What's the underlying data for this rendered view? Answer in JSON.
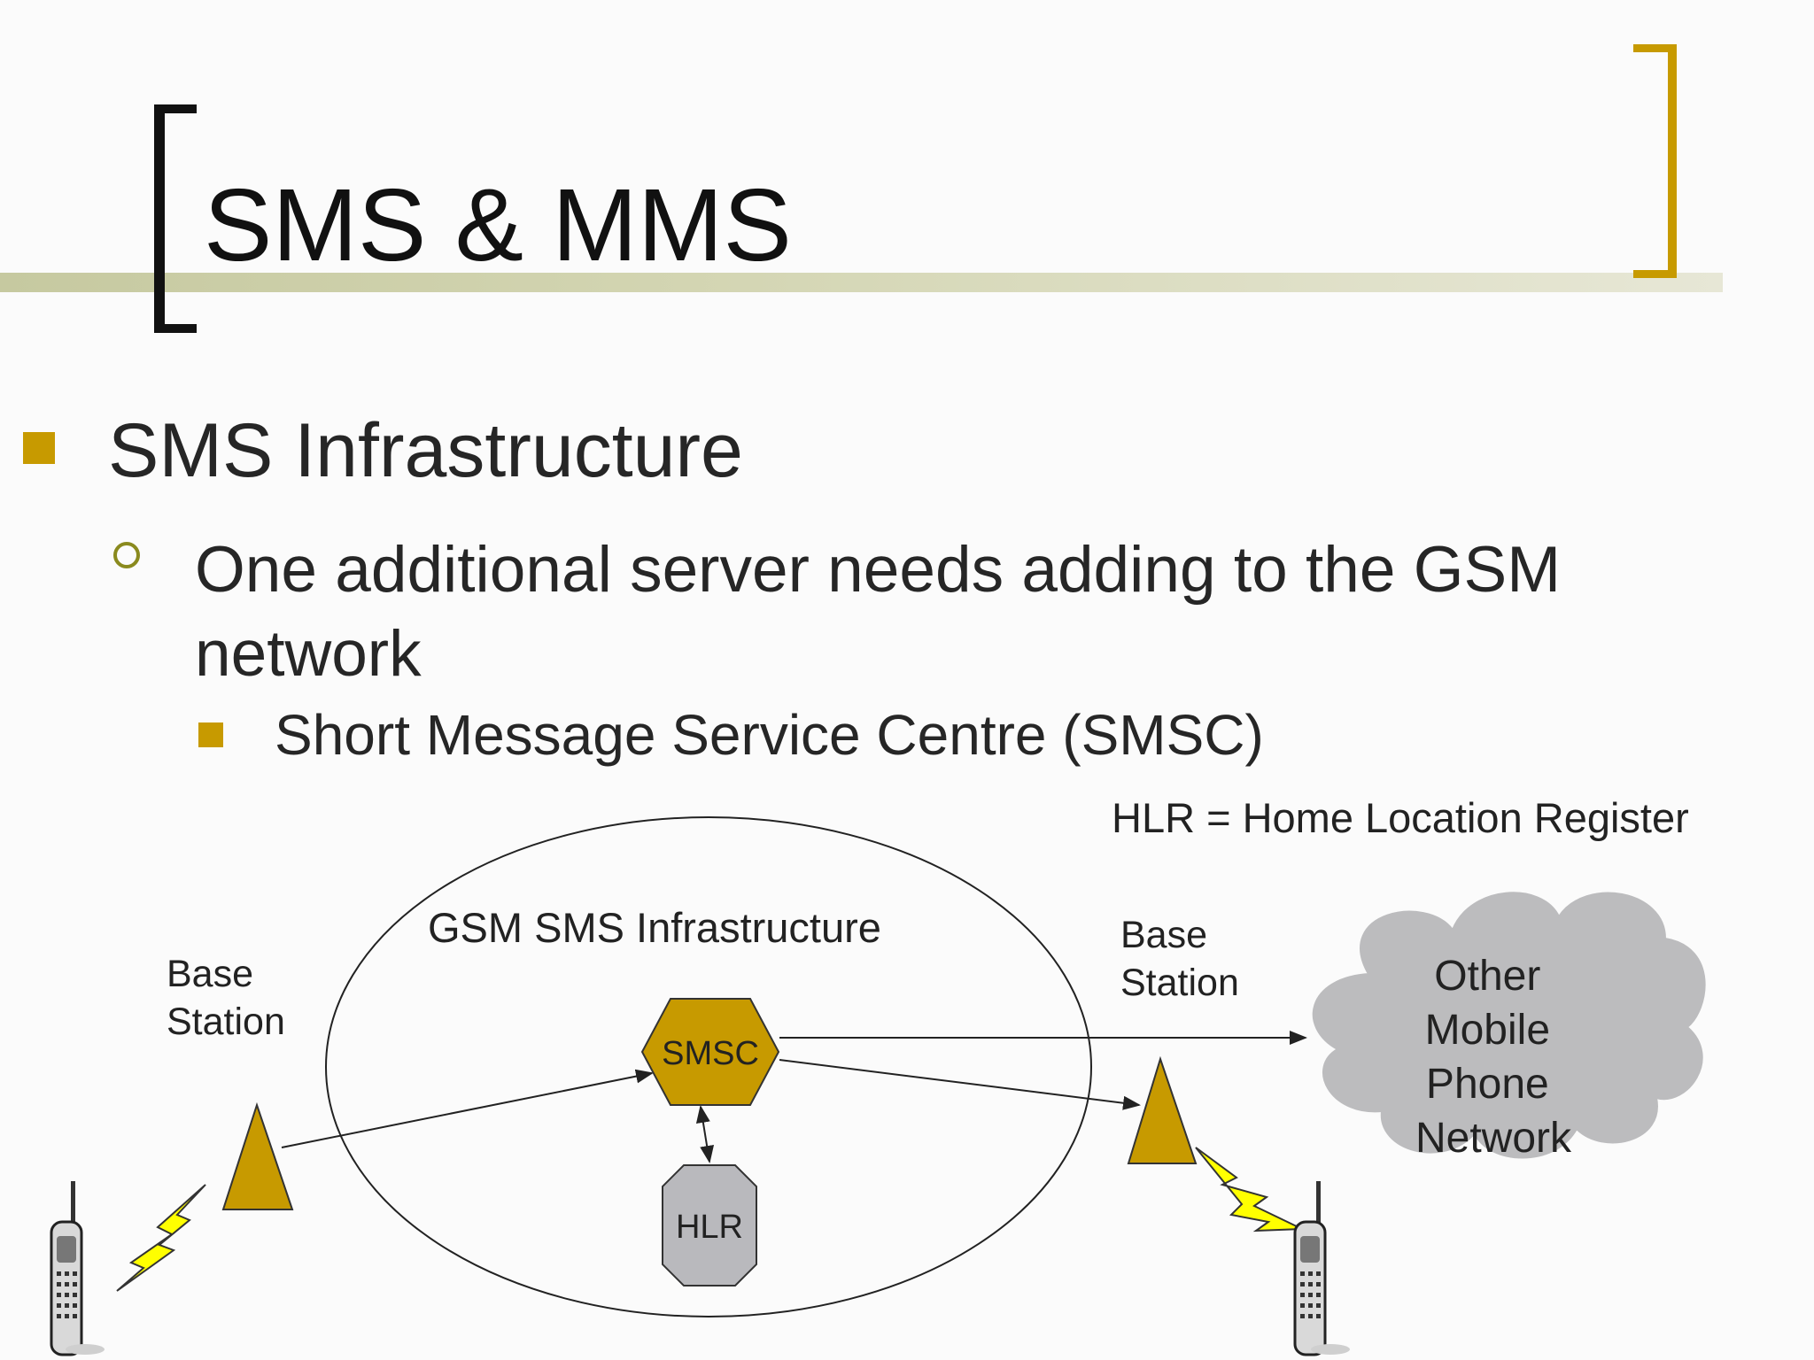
{
  "slide": {
    "title": "SMS & MMS",
    "bullet_l1": "SMS Infrastructure",
    "bullet_l2": "One additional server needs adding to the GSM network",
    "bullet_l3": "Short Message Service Centre (SMSC)"
  },
  "diagram": {
    "hlr_note": "HLR = Home Location Register",
    "gsm_label": "GSM SMS Infrastructure",
    "left_station": [
      "Base",
      "Station"
    ],
    "right_station": [
      "Base",
      "Station"
    ],
    "smsc_label": "SMSC",
    "hlr_label": "HLR",
    "cloud_lines": [
      "Other",
      "Mobile",
      "Phone",
      "Network"
    ]
  },
  "colors": {
    "accent": "#c79a00",
    "bracket_left": "#111111",
    "bracket_right": "#c79a00",
    "hlr_fill": "#b9b9bd",
    "cloud_fill": "#bcbcbe",
    "lightning": "#ffff00"
  },
  "icons": [
    "left-bracket-icon",
    "right-bracket-icon",
    "square-bullet-icon",
    "hollow-circle-bullet-icon",
    "mobile-phone-icon",
    "lightning-bolt-icon",
    "base-station-icon",
    "cloud-icon"
  ]
}
